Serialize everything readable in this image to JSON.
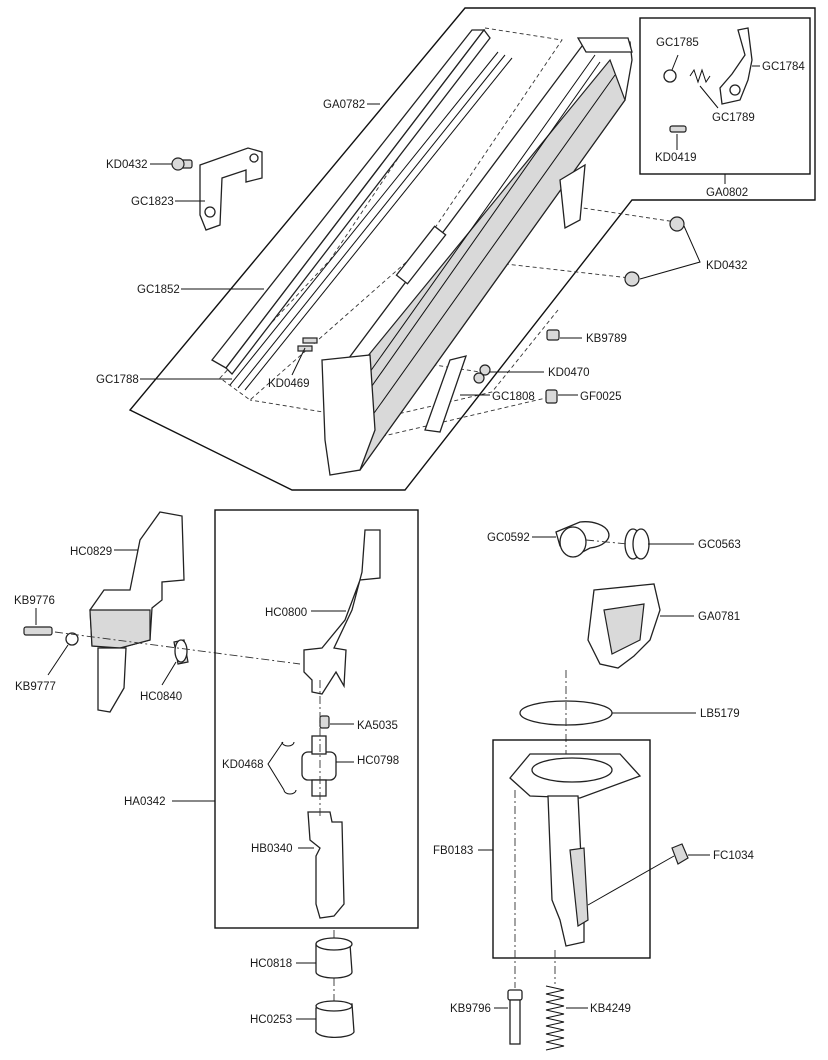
{
  "labels": {
    "GA0782": "GA0782",
    "KD0432_top": "KD0432",
    "GC1823": "GC1823",
    "GC1852": "GC1852",
    "GC1788": "GC1788",
    "KD0469": "KD0469",
    "GC1785": "GC1785",
    "GC1784": "GC1784",
    "GC1789": "GC1789",
    "KD0419": "KD0419",
    "GA0802": "GA0802",
    "KD0432_right": "KD0432",
    "KB9789": "KB9789",
    "KD0470": "KD0470",
    "GC1808": "GC1808",
    "GF0025": "GF0025",
    "HC0829": "HC0829",
    "KB9776": "KB9776",
    "KB9777": "KB9777",
    "HC0840": "HC0840",
    "HC0800": "HC0800",
    "KA5035": "KA5035",
    "KD0468": "KD0468",
    "HC0798": "HC0798",
    "HA0342": "HA0342",
    "HB0340": "HB0340",
    "HC0818": "HC0818",
    "HC0253": "HC0253",
    "GC0592": "GC0592",
    "GC0563": "GC0563",
    "GA0781": "GA0781",
    "LB5179": "LB5179",
    "FB0183": "FB0183",
    "FC1034": "FC1034",
    "KB9796": "KB9796",
    "KB4249": "KB4249"
  }
}
